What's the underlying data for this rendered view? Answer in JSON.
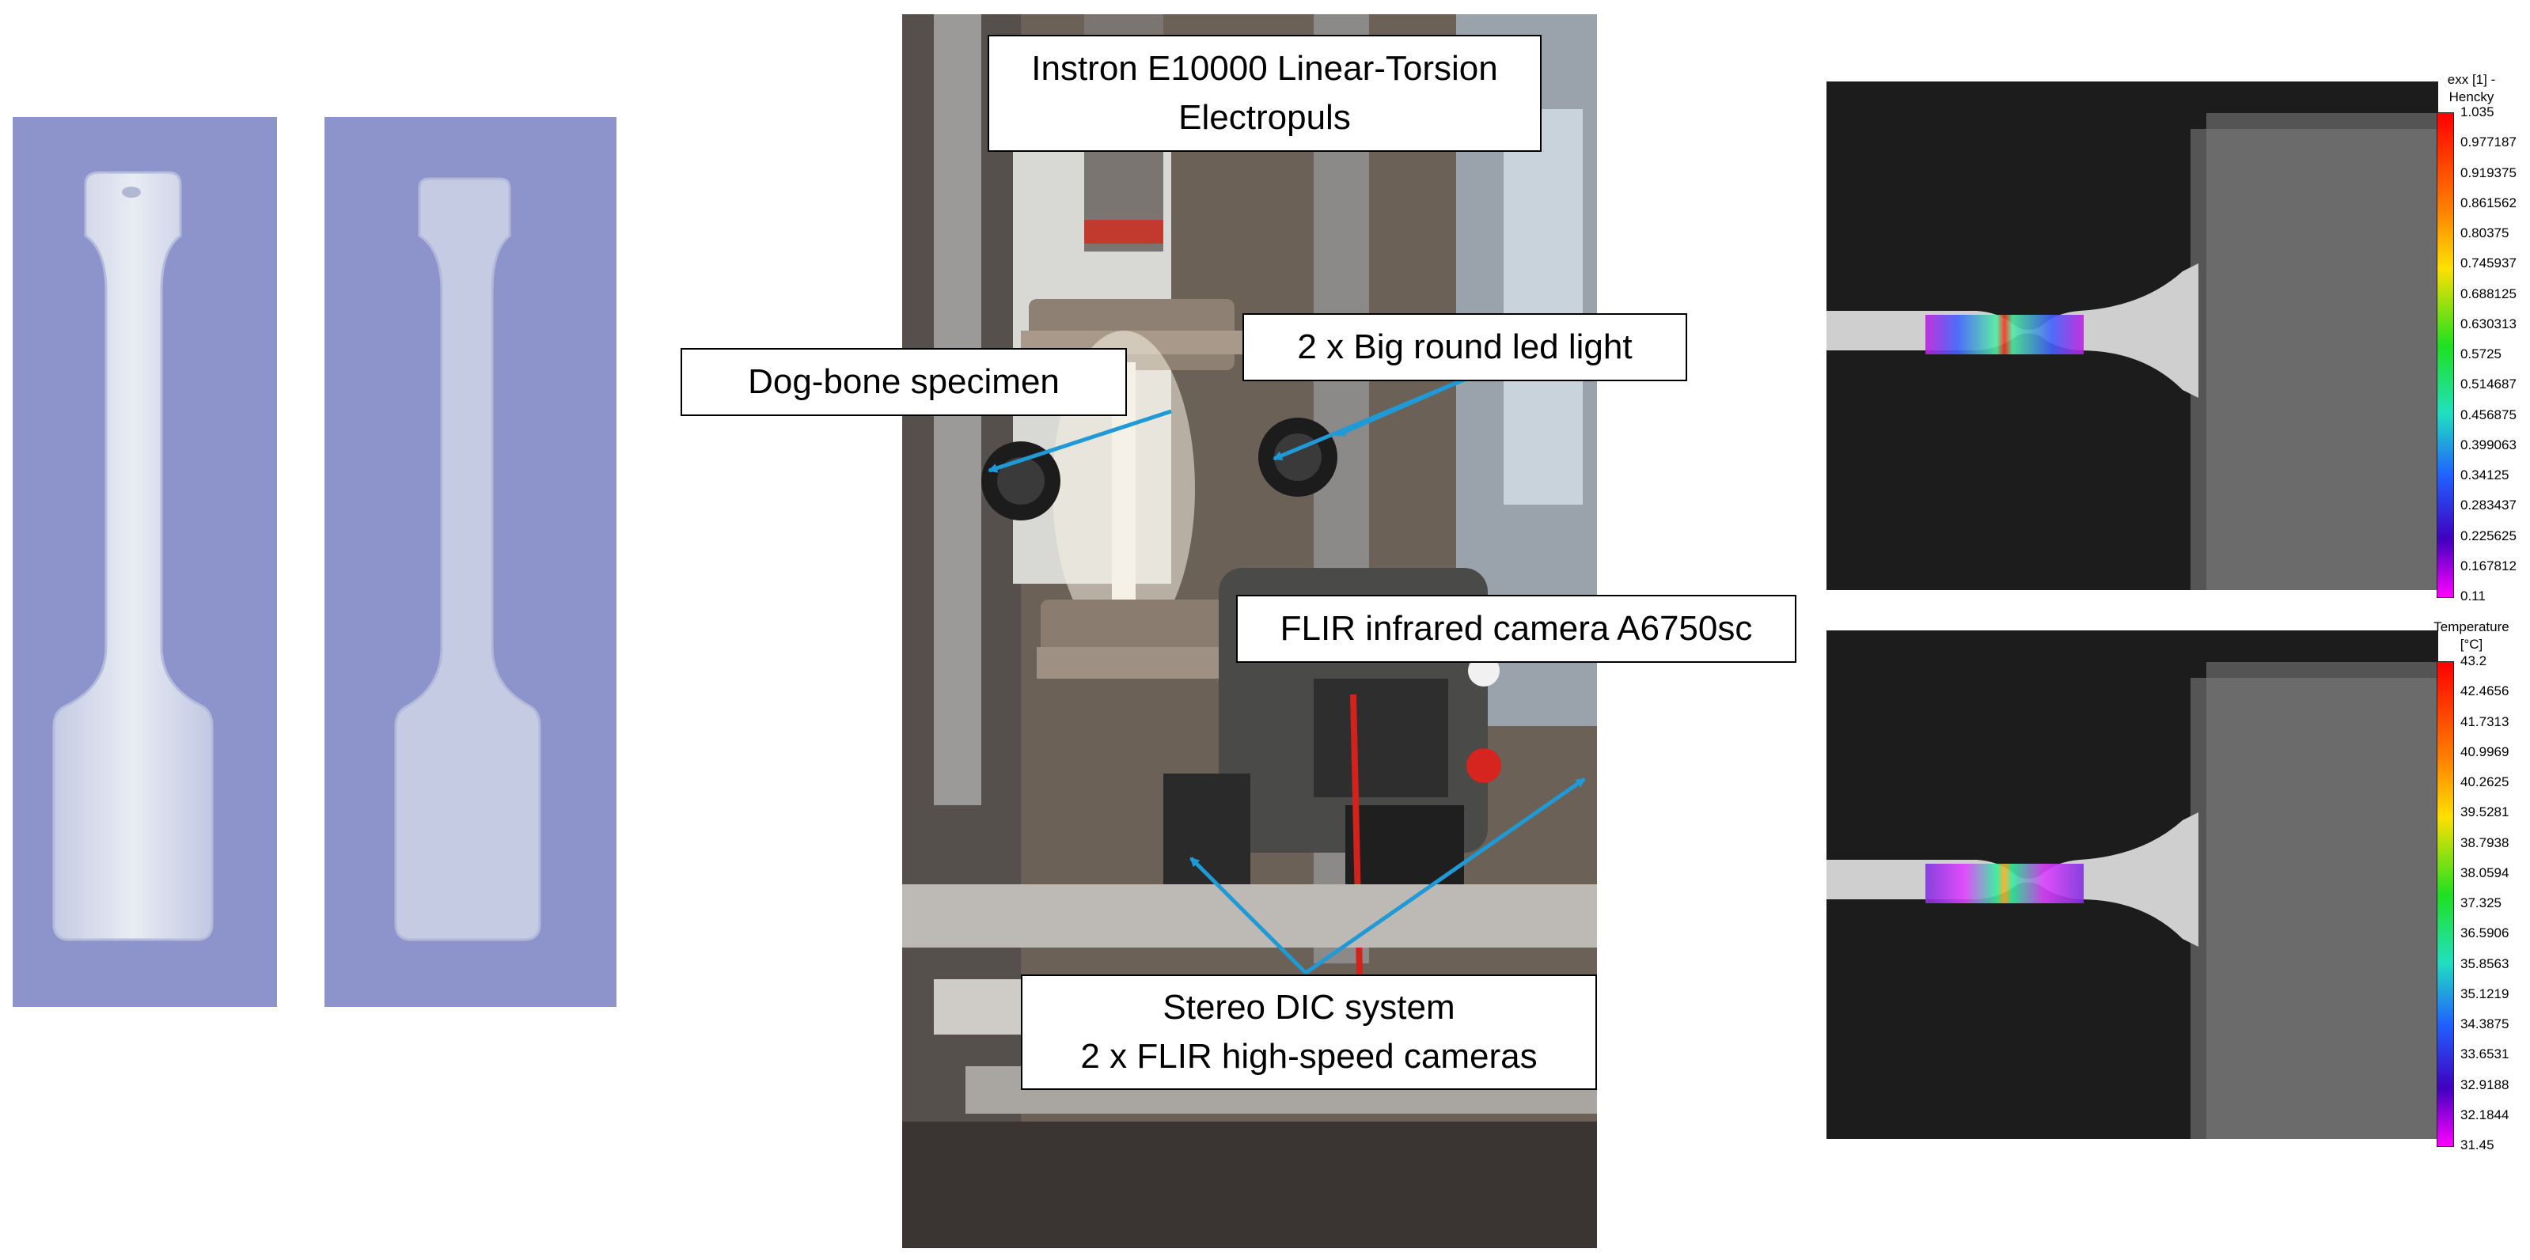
{
  "callouts": {
    "instron_line1": "Instron E10000 Linear-Torsion",
    "instron_line2": "Electropuls",
    "dogbone": "Dog-bone specimen",
    "leds": "2 x Big round led light",
    "flir": "FLIR infrared camera A6750sc",
    "stereo_line1": "Stereo DIC system",
    "stereo_line2": "2 x FLIR high-speed cameras"
  },
  "colorbar_strain": {
    "title_line1": "exx [1] -",
    "title_line2": "Hencky",
    "labels": [
      "1.035",
      "0.977187",
      "0.919375",
      "0.861562",
      "0.80375",
      "0.745937",
      "0.688125",
      "0.630313",
      "0.5725",
      "0.514687",
      "0.456875",
      "0.399063",
      "0.34125",
      "0.283437",
      "0.225625",
      "0.167812",
      "0.11"
    ]
  },
  "colorbar_temp": {
    "title_line1": "Temperature",
    "title_line2": "[°C]",
    "labels": [
      "43.2",
      "42.4656",
      "41.7313",
      "40.9969",
      "40.2625",
      "39.5281",
      "38.7938",
      "38.0594",
      "37.325",
      "36.5906",
      "35.8563",
      "35.1219",
      "34.3875",
      "33.6531",
      "32.9188",
      "32.1844",
      "31.45"
    ]
  },
  "colors": {
    "arrow": "#1f9ad6",
    "photo_background": "#8d93cb",
    "panel_background": "#1c1c1c"
  }
}
